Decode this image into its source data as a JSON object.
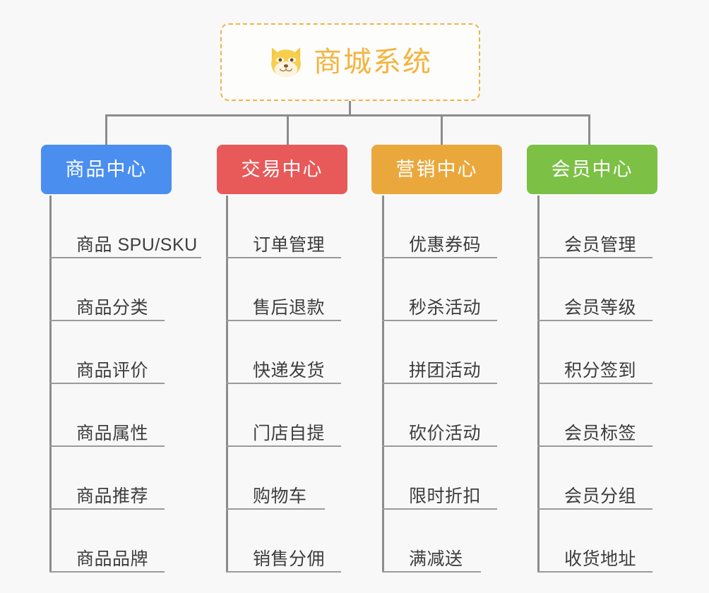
{
  "background_color": "#f8f8f8",
  "root": {
    "title": "商城系统",
    "icon": "shiba-dog-face-icon",
    "text_color": "#f3b43f",
    "border_color": "#f0b343"
  },
  "branches": [
    {
      "label": "商品中心",
      "color": "#4a8ef0",
      "items": [
        "商品 SPU/SKU",
        "商品分类",
        "商品评价",
        "商品属性",
        "商品推荐",
        "商品品牌"
      ]
    },
    {
      "label": "交易中心",
      "color": "#e8595a",
      "items": [
        "订单管理",
        "售后退款",
        "快递发货",
        "门店自提",
        "购物车",
        "销售分佣"
      ]
    },
    {
      "label": "营销中心",
      "color": "#eaa83c",
      "items": [
        "优惠券码",
        "秒杀活动",
        "拼团活动",
        "砍价活动",
        "限时折扣",
        "满减送"
      ]
    },
    {
      "label": "会员中心",
      "color": "#7cc045",
      "items": [
        "会员管理",
        "会员等级",
        "积分签到",
        "会员标签",
        "会员分组",
        "收货地址"
      ]
    }
  ]
}
